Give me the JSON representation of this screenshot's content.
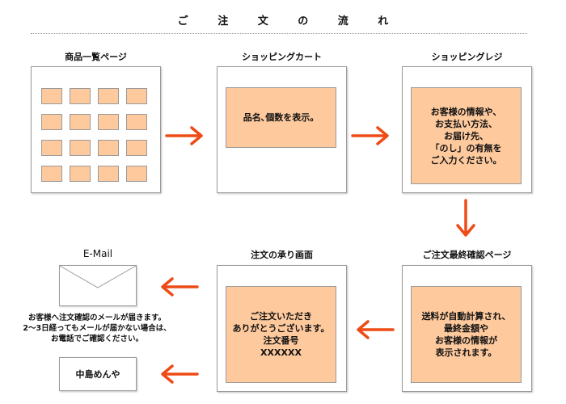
{
  "title": "ご 注 文 の 流 れ",
  "steps": {
    "list_page": {
      "label": "商品一覧ページ"
    },
    "cart": {
      "label": "ショッピングカート",
      "text": "品名､個数を表示。"
    },
    "register": {
      "label": "ショッピングレジ",
      "text": "お客様の情報や、\nお支払い方法、\nお届け先、\n「のし」の有無を\nご入力ください。"
    },
    "confirm": {
      "label": "ご注文最終確認ページ",
      "text": "送料が自動計算され、\n最終金額や\nお客様の情報が\n表示されます。"
    },
    "accepted": {
      "label": "注文の承り画面",
      "text": "ご注文いただき\nありがとうございます。\n注文番号\nXXXXXX"
    },
    "email": {
      "label": "E-Mail",
      "note": "お客様へ注文確認のメールが届きます。\n2～3日経ってもメールが届かない場合は、\nお電話でご確認ください。"
    },
    "shop": {
      "label": "中島めんや"
    }
  },
  "colors": {
    "arrow": "#ee4b16",
    "panel": "#fec99d",
    "border": "#9a9a9a"
  }
}
